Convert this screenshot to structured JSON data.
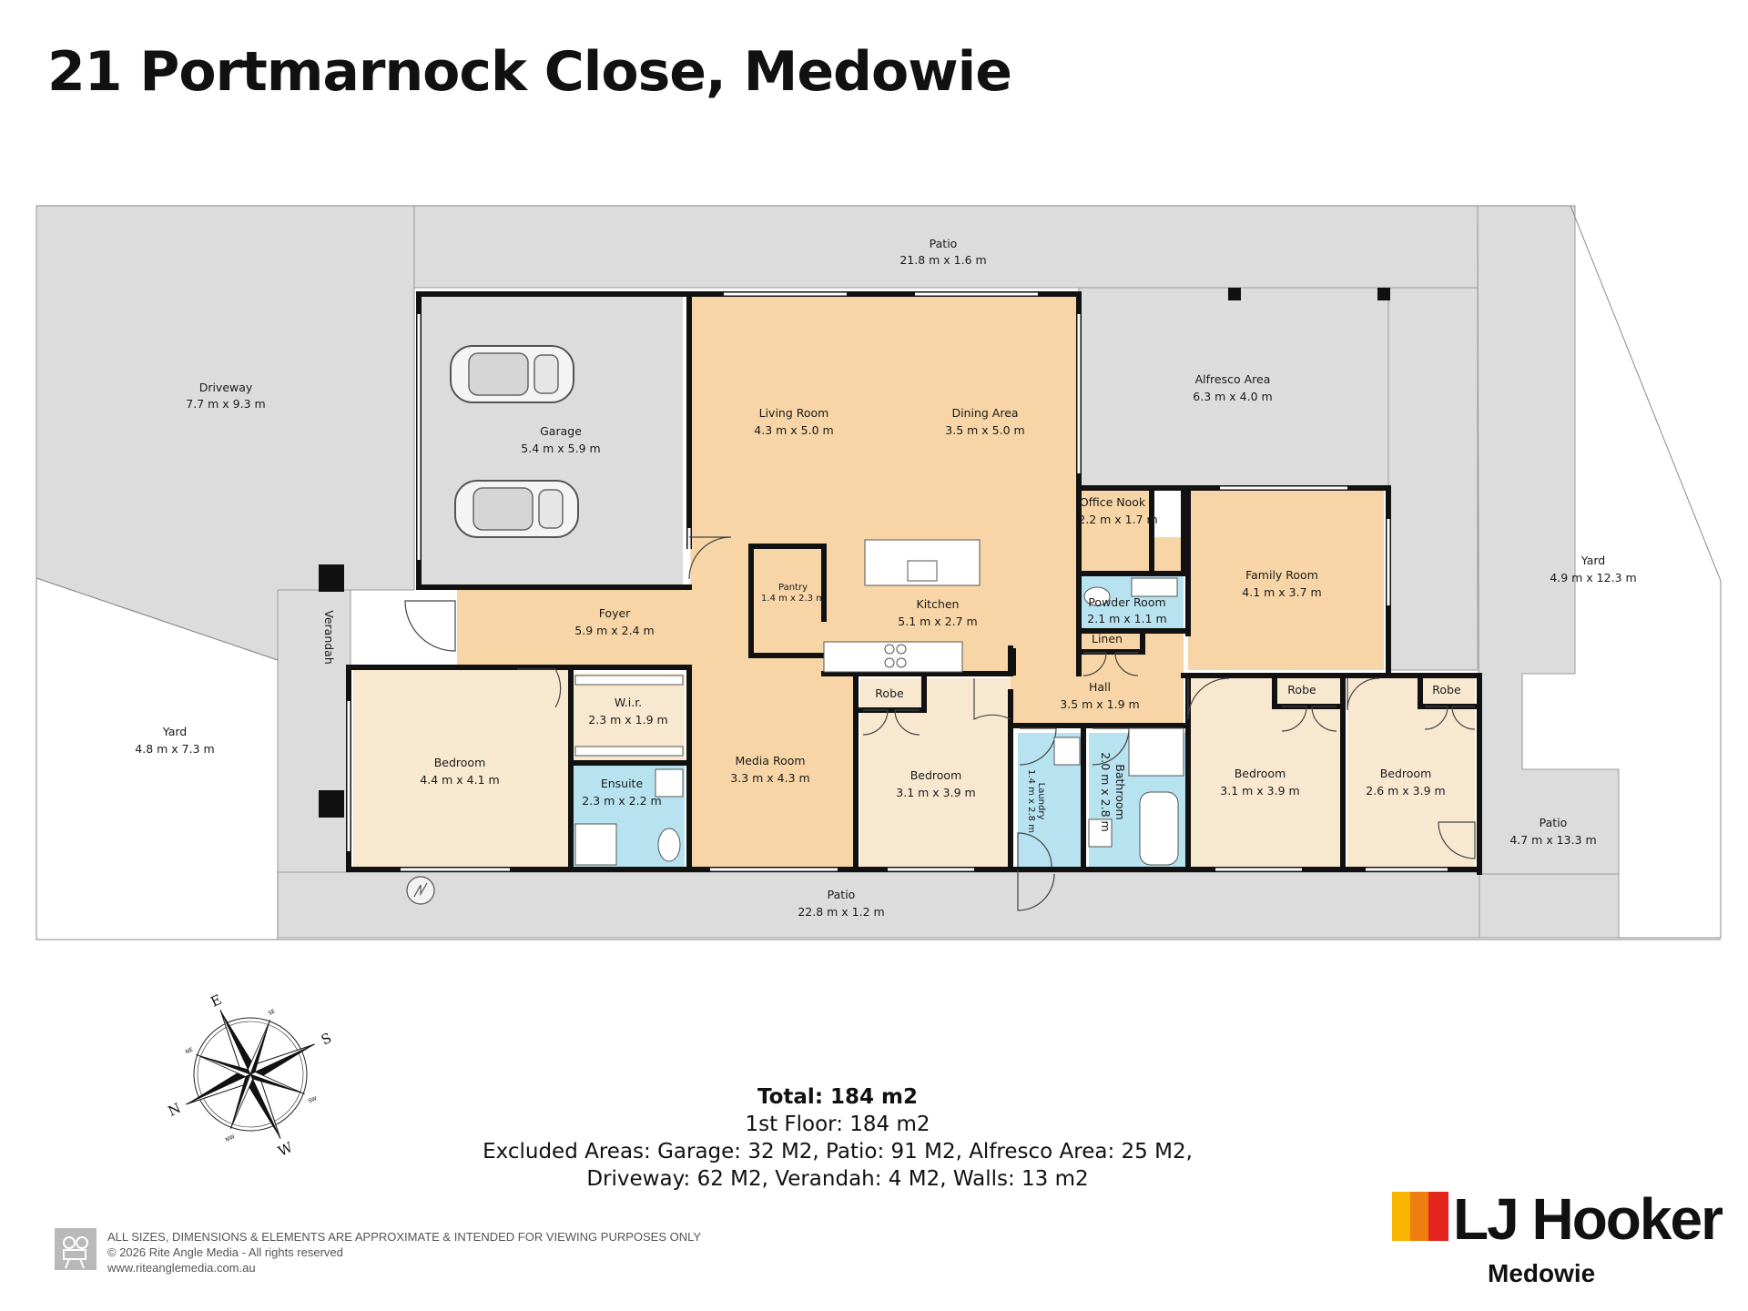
{
  "header": {
    "title": "21 Portmarnock Close, Medowie"
  },
  "colors": {
    "wall": "#111111",
    "outdoor": "#dcdcdc",
    "living": "#f7d5a6",
    "bedroom": "#f8e8cf",
    "wet": "#b7e2ef",
    "line": "#888888"
  },
  "rooms": {
    "patio_north": {
      "name": "Patio",
      "size": "21.8 m x 1.6 m"
    },
    "driveway": {
      "name": "Driveway",
      "size": "7.7 m x 9.3 m"
    },
    "garage": {
      "name": "Garage",
      "size": "5.4 m x 5.9 m"
    },
    "living_room": {
      "name": "Living Room",
      "size": "4.3 m x 5.0 m"
    },
    "dining_area": {
      "name": "Dining Area",
      "size": "3.5 m x 5.0 m"
    },
    "alfresco": {
      "name": "Alfresco Area",
      "size": "6.3 m x 4.0 m"
    },
    "office_nook": {
      "name": "Office Nook",
      "size": "2.2 m x 1.7 m"
    },
    "family_room": {
      "name": "Family Room",
      "size": "4.1 m x 3.7 m"
    },
    "powder_room": {
      "name": "Powder Room",
      "size": "2.1 m x 1.1 m"
    },
    "linen": {
      "name": "Linen"
    },
    "yard_east": {
      "name": "Yard",
      "size": "4.9 m x 12.3 m"
    },
    "pantry": {
      "name": "Pantry",
      "size": "1.4 m x 2.3 m"
    },
    "kitchen": {
      "name": "Kitchen",
      "size": "5.1 m x 2.7 m"
    },
    "foyer": {
      "name": "Foyer",
      "size": "5.9 m x 2.4 m"
    },
    "verandah": {
      "name": "Verandah"
    },
    "yard_west": {
      "name": "Yard",
      "size": "4.8 m x 7.3 m"
    },
    "bedroom_main": {
      "name": "Bedroom",
      "size": "4.4 m x 4.1 m"
    },
    "wir": {
      "name": "W.i.r.",
      "size": "2.3 m x 1.9 m"
    },
    "ensuite": {
      "name": "Ensuite",
      "size": "2.3 m x 2.2 m"
    },
    "media_room": {
      "name": "Media Room",
      "size": "3.3 m x 4.3 m"
    },
    "robe_2": {
      "name": "Robe"
    },
    "bedroom_2": {
      "name": "Bedroom",
      "size": "3.1 m x 3.9 m"
    },
    "hall": {
      "name": "Hall",
      "size": "3.5 m x 1.9 m"
    },
    "laundry": {
      "name": "Laundry",
      "size": "1.4 m x 2.8 m"
    },
    "bathroom": {
      "name": "Bathroom",
      "size": "2.0 m x 2.8 m"
    },
    "robe_3": {
      "name": "Robe"
    },
    "bedroom_3": {
      "name": "Bedroom",
      "size": "3.1 m x 3.9 m"
    },
    "robe_4": {
      "name": "Robe"
    },
    "bedroom_4": {
      "name": "Bedroom",
      "size": "2.6 m x 3.9 m"
    },
    "patio_east": {
      "name": "Patio",
      "size": "4.7 m x 13.3 m"
    },
    "patio_south": {
      "name": "Patio",
      "size": "22.8 m x 1.2 m"
    }
  },
  "compass": {
    "n": "N",
    "e": "E",
    "s": "S",
    "w": "W",
    "ne": "NE",
    "se": "SE",
    "sw": "SW",
    "nw": "NW"
  },
  "totals": {
    "total": "Total: 184 m2",
    "floor": "1st Floor: 184 m2",
    "excluded_1": "Excluded Areas: Garage: 32 M2, Patio: 91 M2, Alfresco Area: 25 M2,",
    "excluded_2": "Driveway: 62 M2, Verandah: 4 M2, Walls: 13 m2"
  },
  "disclaimer": {
    "line1": "All sizes, dimensions & elements are approximate & intended for viewing purposes only",
    "line2": "© 2026 Rite Angle Media - All rights reserved",
    "line3": "www.riteanglemedia.com.au"
  },
  "brand": {
    "name": "LJ Hooker",
    "office": "Medowie"
  }
}
